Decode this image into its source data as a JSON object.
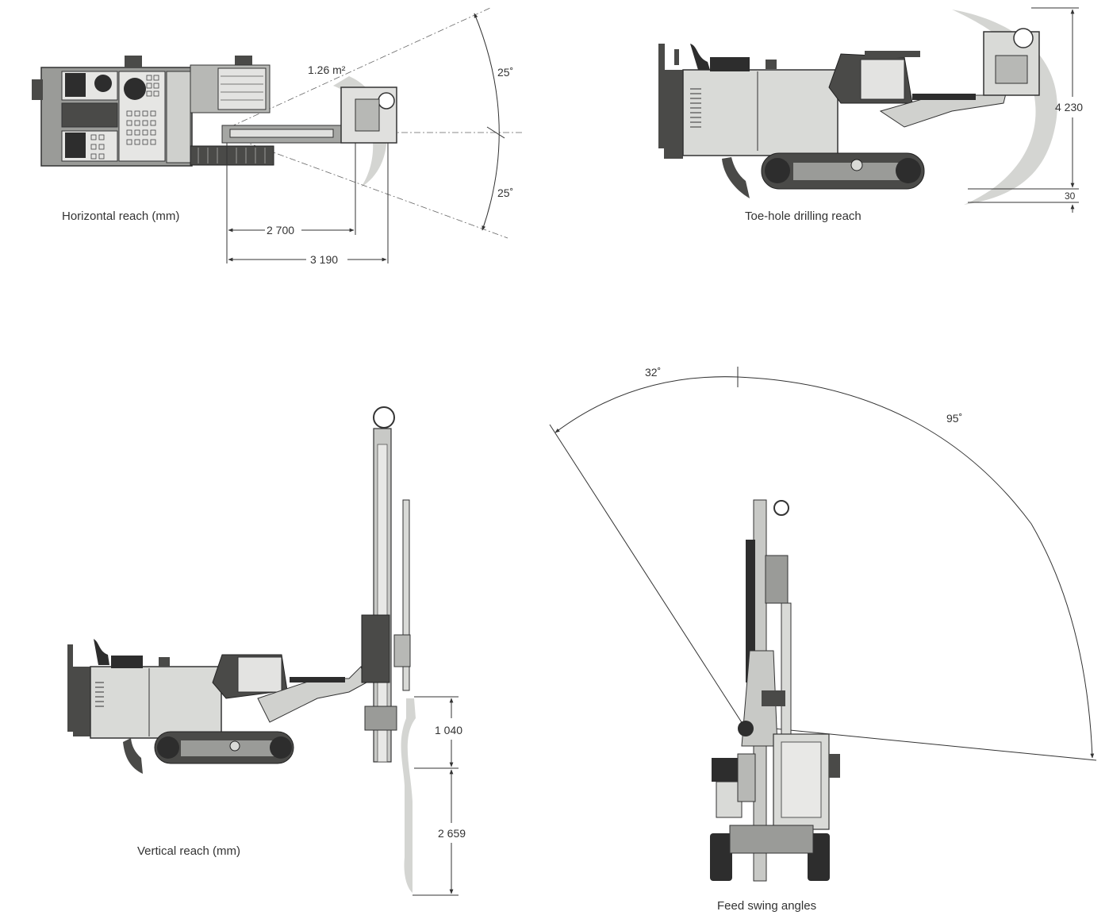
{
  "colors": {
    "machine_light": "#d9dad7",
    "machine_mid": "#9a9b98",
    "machine_dark": "#4a4a48",
    "reach_zone": "#d4d5d2",
    "line": "#333333"
  },
  "panels": {
    "horizontal": {
      "caption": "Horizontal reach (mm)",
      "area": "1.26 m²",
      "angle_upper": "25˚",
      "angle_lower": "25˚",
      "dim_inner": "2 700",
      "dim_outer": "3 190"
    },
    "toe_hole": {
      "caption": "Toe-hole drilling reach",
      "dim_height": "4 230",
      "dim_below": "30"
    },
    "vertical": {
      "caption": "Vertical reach (mm)",
      "dim_upper": "1 040",
      "dim_lower": "2 659"
    },
    "feed_swing": {
      "caption": "Feed swing angles",
      "angle_left": "32˚",
      "angle_right": "95˚"
    }
  }
}
